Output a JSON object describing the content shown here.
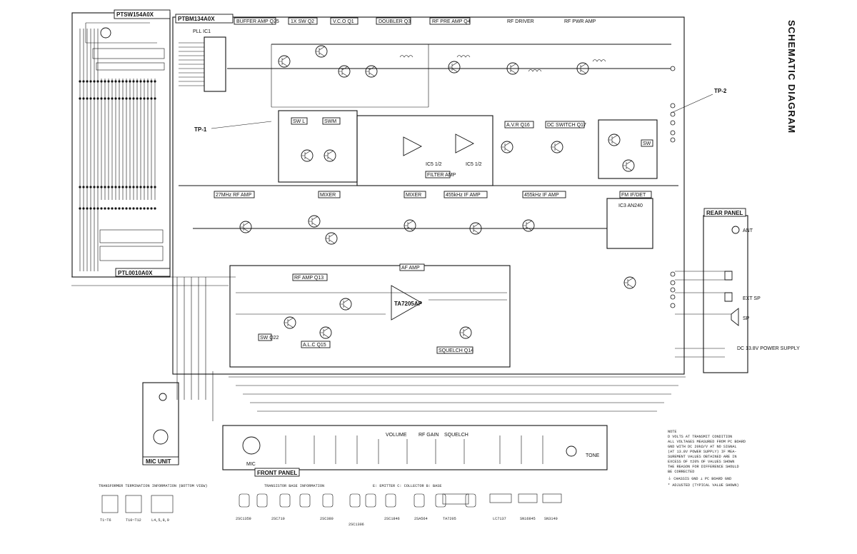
{
  "title": "SCHEMATIC DIAGRAM",
  "boards": {
    "sw_board": "PTSW154A0X",
    "main_board": "PTBM134A0X",
    "lo_board": "PTL0010A0X"
  },
  "test_points": {
    "tp1": "TP-1",
    "tp2": "TP-2"
  },
  "panels": {
    "rear": "REAR PANEL",
    "front": "FRONT PANEL",
    "mic_unit": "MIC UNIT"
  },
  "stages": {
    "buffer_amp": "BUFFER AMP  Q25",
    "one_x_sw": "1X SW  Q2",
    "vco": "V.C.O  Q1",
    "doubler": "DOUBLER  Q3",
    "rf_pre_amp": "RF PRE AMP  Q4",
    "rf_driver": "RF DRIVER",
    "rf_pwr_amp": "RF PWR AMP",
    "sw_l": "SW L",
    "swm": "SWM",
    "avr": "A.V.R  Q16",
    "dc_switch": "DC SWITCH  Q17",
    "sw": "SW",
    "rf_amp_27": "27MHz RF AMP",
    "mixer1": "MIXER",
    "mixer2": "MIXER",
    "if_amp_455": "455kHz IF AMP",
    "if_amp_455_2": "455kHz IF AMP",
    "fm_det": "FM IF/DET",
    "rf_amp_q13": "RF AMP  Q13",
    "af_amp": "AF AMP",
    "alc": "A.L.C  Q15",
    "squelch": "SQUELCH  Q14",
    "filter_amp": "FILTER AMP",
    "sw_q22": "SW  Q22"
  },
  "ics": {
    "pll": "PLL IC1",
    "ic5": "IC5 1/2",
    "ic5b": "IC5 1/2",
    "ic3": "IC3 AN240",
    "af_ic": "TA7205AP"
  },
  "rear_jacks": {
    "ant": "ANT",
    "ext_sp": "EXT SP",
    "sp": "SP",
    "power": "DC 13.8V POWER SUPPLY"
  },
  "front_controls": {
    "mic": "MIC",
    "volume": "VOLUME",
    "rf_gain": "RF GAIN",
    "squelch": "SQUELCH",
    "tone": "TONE"
  },
  "notes": {
    "heading": "NOTE",
    "lines": [
      "D VOLTS AT TRANSMIT CONDITION",
      "ALL VOLTAGES MEASURED FROM PC BOARD",
      "GND WITH DC 20kΩ/V AT NO SIGNAL",
      "(AT 13.8V POWER SUPPLY) IF MEA-",
      "SUREMENT VALUES OBTAINED ARE IN",
      "EXCESS OF ±20% OF VALUES SHOWN",
      "THE REASON FOR DIFFERENCE SHOULD",
      "BE CORRECTED",
      "⏚ CHASSIS GND  ⊥ PC BOARD GND",
      "* ADJUSTED (TYPICAL VALUE SHOWN)"
    ]
  },
  "bottom_info": {
    "transformer_heading": "TRANSFORMER TERMINATION INFORMATION (BOTTOM VIEW)",
    "transistor_heading": "TRANSISTOR   BASE   INFORMATION",
    "ecb": "E: EMITTER  C: COLLECTOR  B: BASE",
    "xfmr_labels": [
      "T1~T6",
      "T10~T12",
      "L4,5,8,9"
    ],
    "transistor_parts": [
      "2SC1359",
      "2SC710",
      "2SC380",
      "2SC1306",
      "2SC1846",
      "2SA564",
      "TA7205",
      "LC7137",
      "SN16845",
      "SN3140"
    ]
  }
}
